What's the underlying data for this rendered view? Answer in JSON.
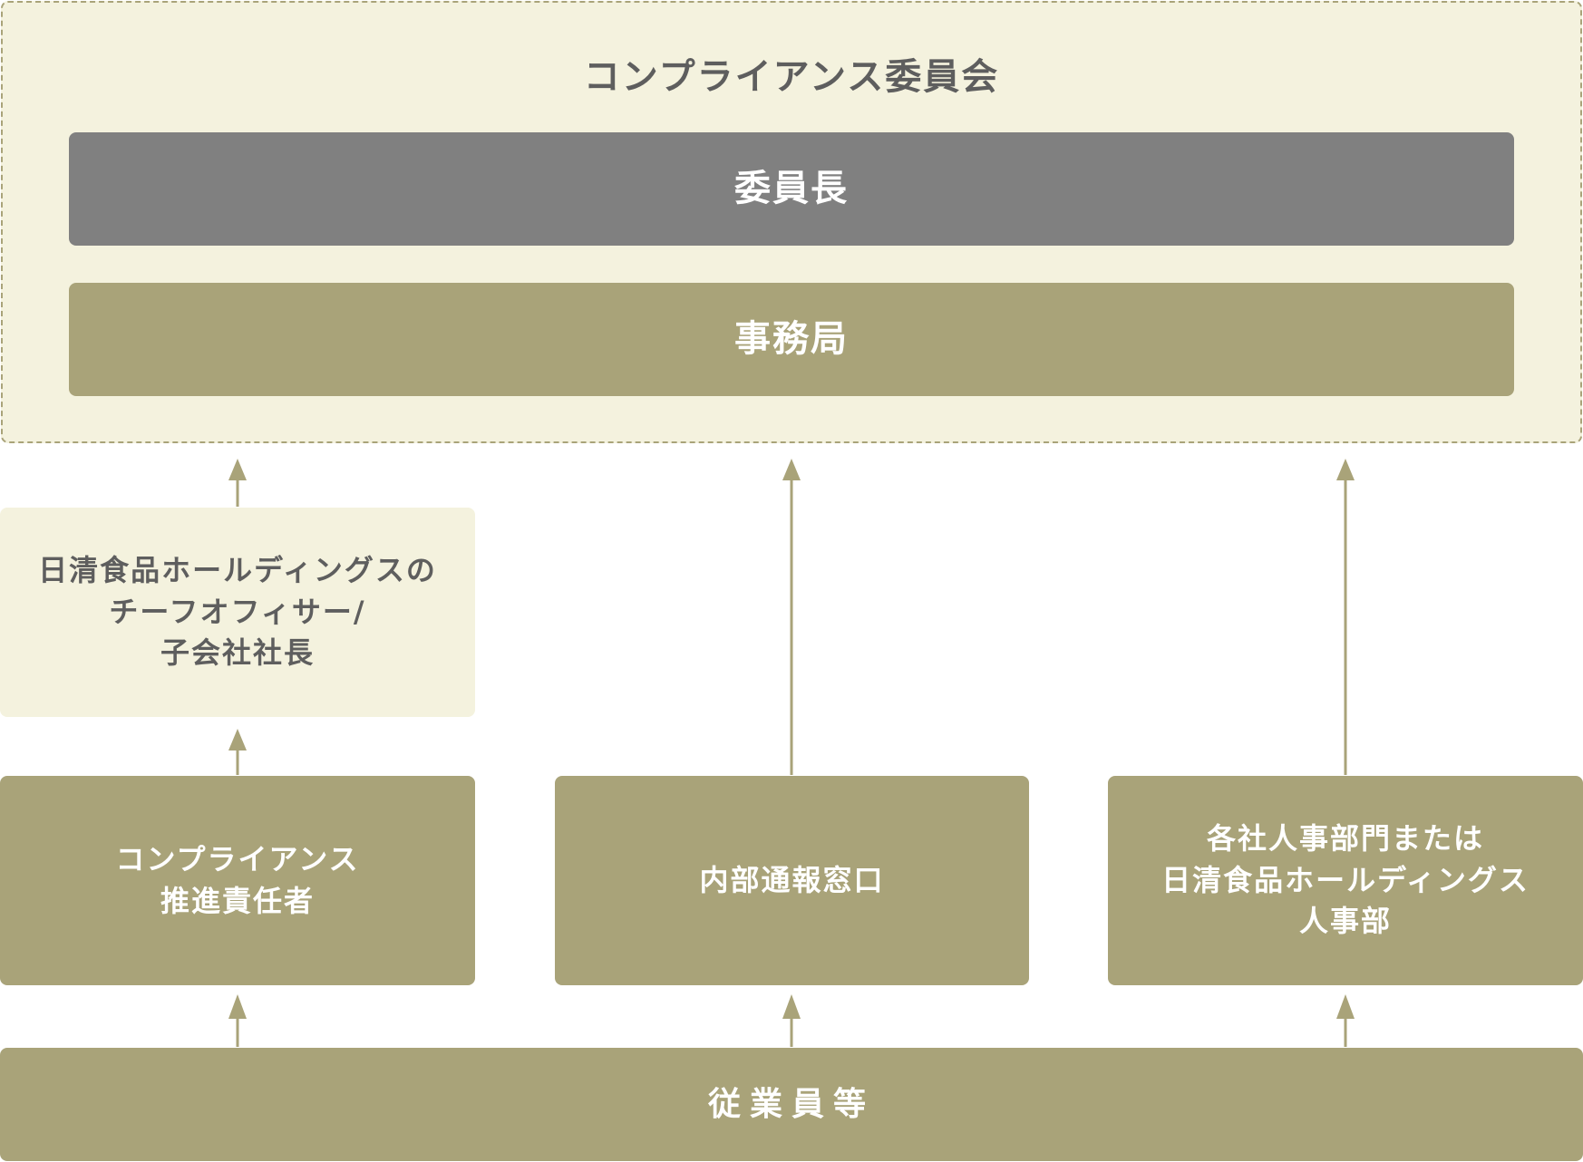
{
  "diagram": {
    "committee": {
      "title": "コンプライアンス委員会",
      "chairman": "委員長",
      "secretariat": "事務局"
    },
    "chief_officer": {
      "lines": [
        "日清食品ホールディングスの",
        "チーフオフィサー/",
        "子会社社長"
      ]
    },
    "promoter": {
      "lines": [
        "コンプライアンス",
        "推進責任者"
      ]
    },
    "hotline": {
      "label": "内部通報窓口"
    },
    "hr_dept": {
      "lines": [
        "各社人事部門または",
        "日清食品ホールディングス",
        "人事部"
      ]
    },
    "employees": {
      "label": "従業員等"
    },
    "colors": {
      "accent": "#a9a379",
      "chairman": "#808080",
      "light_bg": "#f4f2de",
      "text_dark": "#5e5e5e",
      "text_light": "#ffffff"
    }
  }
}
